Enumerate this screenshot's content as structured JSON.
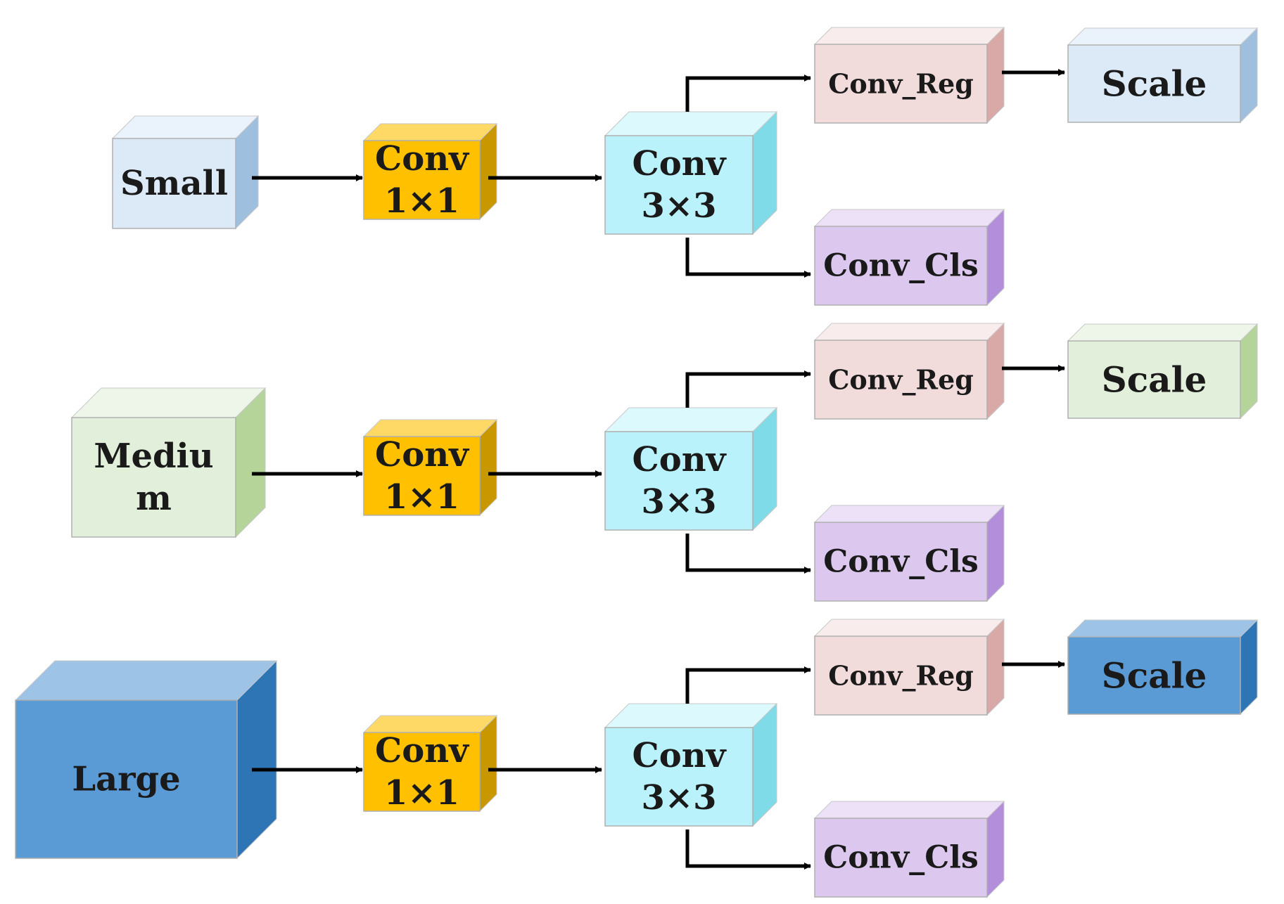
{
  "rows": [
    {
      "input": {
        "lines": [
          "Small"
        ],
        "front": "#dce9f6",
        "top": "#eaf2fb",
        "side": "#9fbfdf"
      },
      "conv1": [
        "Conv",
        "1×1"
      ],
      "conv3": [
        "Conv",
        "3×3"
      ],
      "reg": "Conv_Reg",
      "cls": "Conv_Cls",
      "scale": {
        "label": "Scale",
        "front": "#dce9f6",
        "top": "#eaf2fb",
        "side": "#9fbfdf"
      }
    },
    {
      "input": {
        "lines": [
          "Mediu",
          "m"
        ],
        "front": "#e2efda",
        "top": "#eef6e9",
        "side": "#b5d49a"
      },
      "conv1": [
        "Conv",
        "1×1"
      ],
      "conv3": [
        "Conv",
        "3×3"
      ],
      "reg": "Conv_Reg",
      "cls": "Conv_Cls",
      "scale": {
        "label": "Scale",
        "front": "#e2efda",
        "top": "#eef6e9",
        "side": "#b5d49a"
      }
    },
    {
      "input": {
        "lines": [
          "Large"
        ],
        "front": "#5b9bd5",
        "top": "#9dc3e6",
        "side": "#2e75b6"
      },
      "conv1": [
        "Conv",
        "1×1"
      ],
      "conv3": [
        "Conv",
        "3×3"
      ],
      "reg": "Conv_Reg",
      "cls": "Conv_Cls",
      "scale": {
        "label": "Scale",
        "front": "#5b9bd5",
        "top": "#9dc3e6",
        "side": "#2e75b6"
      }
    }
  ],
  "colors": {
    "conv1": {
      "front": "#ffc000",
      "top": "#ffd966",
      "side": "#c99700"
    },
    "conv3": {
      "front": "#b9f2fa",
      "top": "#dcfafe",
      "side": "#7fdbe8"
    },
    "reg": {
      "front": "#f2dcdb",
      "top": "#f9ecec",
      "side": "#d9a9a7"
    },
    "cls": {
      "front": "#dcc8ee",
      "top": "#ece1f7",
      "side": "#b38fdb"
    },
    "arrow": "#000000"
  }
}
